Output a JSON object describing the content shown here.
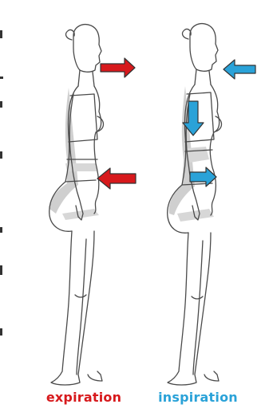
{
  "labels": {
    "expiration": "expiration",
    "inspiration": "inspiration"
  },
  "colors": {
    "expiration": "#d7191c",
    "inspiration": "#2aa2d8",
    "outline": "#4a4a4a",
    "shading": "#c8c8c8"
  },
  "figures": [
    {
      "name": "figure-expiration",
      "phase": "expiration"
    },
    {
      "name": "figure-inspiration",
      "phase": "inspiration"
    }
  ],
  "arrows": [
    {
      "name": "exhale-mouth-arrow",
      "phase": "expiration",
      "direction": "right"
    },
    {
      "name": "abdomen-inward-arrow",
      "phase": "expiration",
      "direction": "left"
    },
    {
      "name": "inhale-mouth-arrow",
      "phase": "inspiration",
      "direction": "left"
    },
    {
      "name": "chest-down-arrow",
      "phase": "inspiration",
      "direction": "down"
    },
    {
      "name": "abdomen-outward-arrow",
      "phase": "inspiration",
      "direction": "right"
    }
  ]
}
